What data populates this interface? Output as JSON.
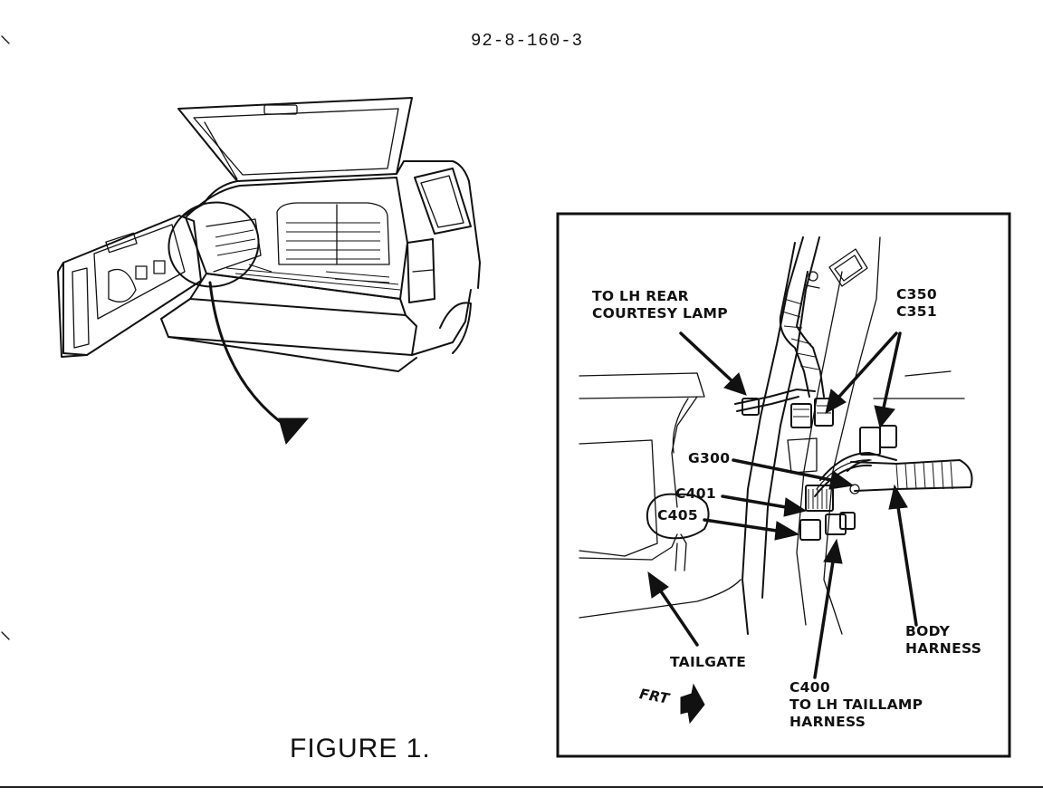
{
  "header": {
    "doc_number": "92-8-160-3"
  },
  "figure": {
    "caption": "FIGURE 1."
  },
  "callouts": {
    "courtesy_lamp": [
      "TO LH REAR",
      "COURTESY LAMP"
    ],
    "c350": "C350",
    "c351": "C351",
    "g300": "G300",
    "c401": "C401",
    "c405": "C405",
    "body_harness": [
      "BODY",
      "HARNESS"
    ],
    "tailgate": "TAILGATE",
    "c400": [
      "C400",
      "TO LH TAILLAMP",
      "HARNESS"
    ],
    "frt": "FRT"
  }
}
